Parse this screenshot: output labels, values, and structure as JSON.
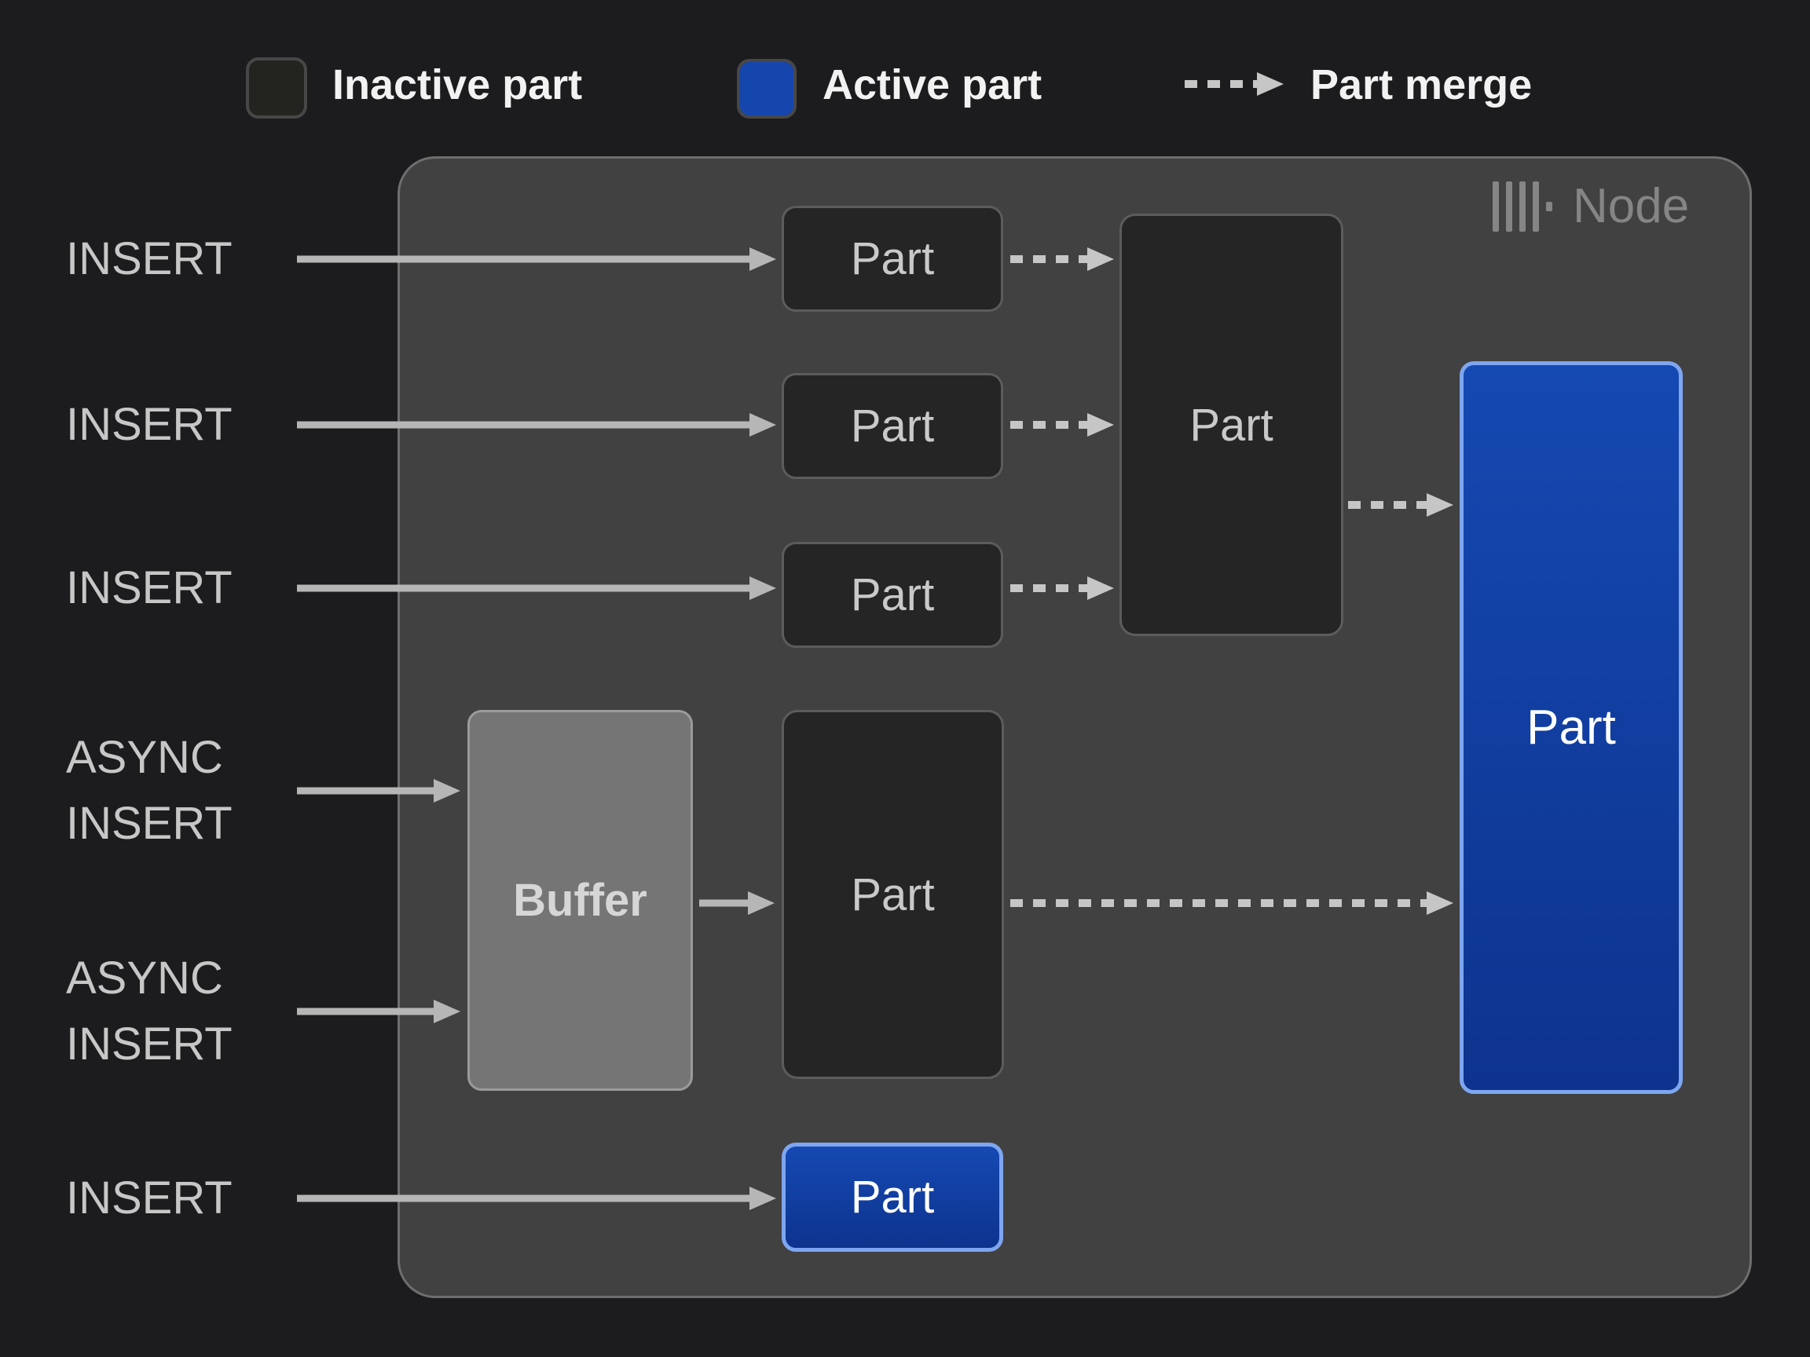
{
  "legend": {
    "inactive": {
      "label": "Inactive part"
    },
    "active": {
      "label": "Active part"
    },
    "merge": {
      "label": "Part merge"
    }
  },
  "node": {
    "label": "Node"
  },
  "sources": [
    {
      "label": "INSERT"
    },
    {
      "label": "INSERT"
    },
    {
      "label": "INSERT"
    },
    {
      "label": "ASYNC INSERT"
    },
    {
      "label": "ASYNC INSERT"
    },
    {
      "label": "INSERT"
    }
  ],
  "parts": {
    "small": [
      {
        "label": "Part",
        "state": "inactive"
      },
      {
        "label": "Part",
        "state": "inactive"
      },
      {
        "label": "Part",
        "state": "inactive"
      }
    ],
    "merge_target": {
      "label": "Part",
      "state": "inactive"
    },
    "buffer": {
      "label": "Buffer"
    },
    "async_target": {
      "label": "Part",
      "state": "inactive"
    },
    "active_main": {
      "label": "Part",
      "state": "active"
    },
    "active_bottom": {
      "label": "Part",
      "state": "active"
    }
  },
  "colors": {
    "background": "#1c1c1e",
    "node_bg": "#414141",
    "node_border": "#6e6e6e",
    "inactive_fill": "#252525",
    "inactive_border": "#5c5c5c",
    "active_fill_top": "#1549b2",
    "active_fill_bottom": "#0d338e",
    "active_border": "#7ea6f0",
    "legend_active_fill": "#1546ae",
    "legend_inactive_fill": "#232320",
    "legend_swatch_border": "#474747",
    "buffer_fill": "#757575",
    "buffer_border": "#9b9b9b",
    "arrow_solid": "#b6b6b6",
    "arrow_dashed": "#c6c6c6",
    "text_bright": "#f2f2f2",
    "text_light": "#c9c9c9",
    "text_node": "#858585"
  }
}
